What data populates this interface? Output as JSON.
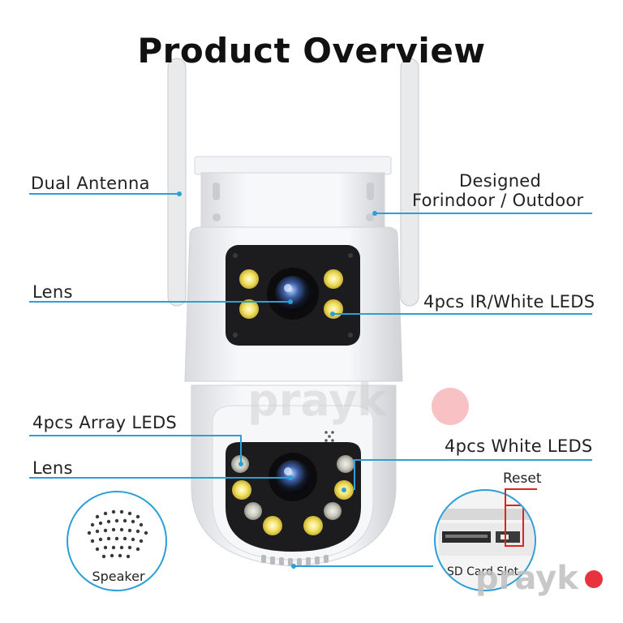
{
  "title": "Product Overview",
  "labels": {
    "dual_antenna": "Dual Antenna",
    "designed_line1": "Designed",
    "designed_line2": "Forindoor / Outdoor",
    "lens_top": "Lens",
    "ir_white_leds": "4pcs IR/White LEDS",
    "array_leds": "4pcs Array LEDS",
    "white_leds": "4pcs White LEDS",
    "lens_bottom": "Lens",
    "reset": "Reset",
    "speaker": "Speaker",
    "sd_card_slot": "SD Card Slot"
  },
  "watermark": {
    "text_center": "prayk",
    "text_corner": "prayk"
  },
  "colors": {
    "leader": "#2b9fd6",
    "watermark_dot": "#e8323c",
    "camera_body": "#f2f3f5",
    "lens_panel": "#1c1c1e"
  }
}
